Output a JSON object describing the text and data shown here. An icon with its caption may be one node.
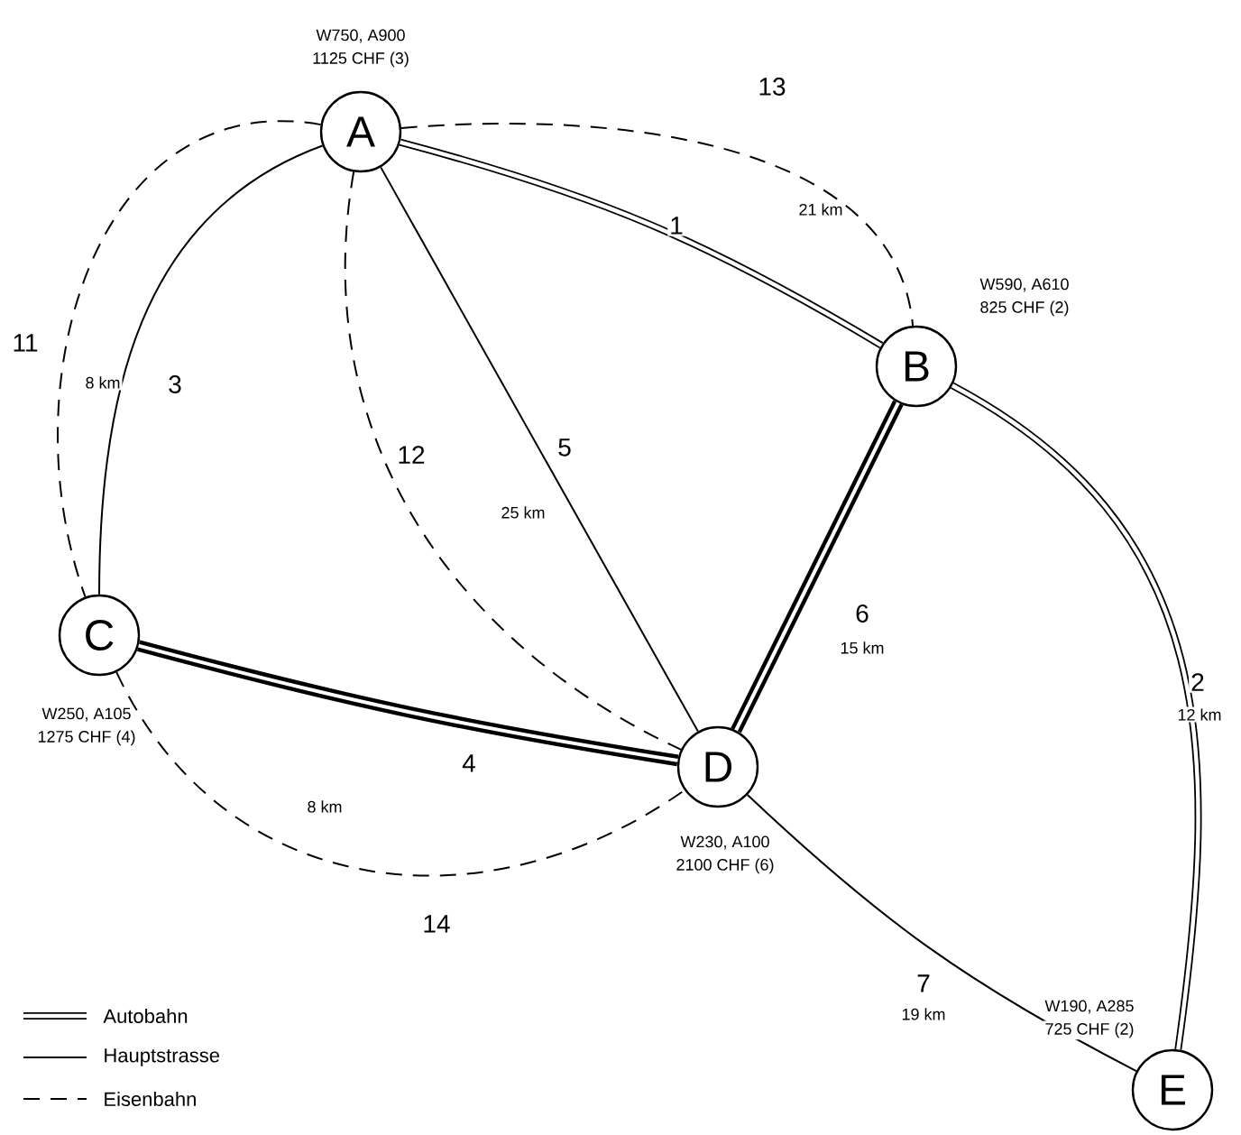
{
  "diagram": {
    "nodes": [
      {
        "text": [
          "A"
        ],
        "beside": [
          "W750, A900",
          "1125 CHF (3)"
        ]
      },
      {
        "text": [
          "B"
        ],
        "beside": [
          "W590, A610",
          "825 CHF (2)"
        ]
      },
      {
        "text": [
          "C"
        ],
        "beside": [
          "W250, A105",
          "1275 CHF (4)"
        ]
      },
      {
        "text": [
          "D"
        ],
        "beside": [
          "W230, A100",
          "2100 CHF (6)"
        ]
      },
      {
        "text": [
          "E"
        ],
        "beside": [
          "W190, A285",
          "725 CHF (2)"
        ]
      }
    ],
    "edges": [
      {
        "from": 0,
        "to": 1,
        "arrow": "none",
        "label": "1",
        "style": "thick"
      },
      {
        "from": 1,
        "to": 4,
        "arrow": "none",
        "label": "2",
        "style": "thick"
      },
      {
        "from": 0,
        "to": 2,
        "arrow": "none",
        "label": "3"
      },
      {
        "from": 2,
        "to": 3,
        "arrow": "none",
        "label": "4",
        "style": "thick"
      },
      {
        "from": 0,
        "to": 3,
        "arrow": "none",
        "label": "5"
      },
      {
        "from": 1,
        "to": 3,
        "arrow": "none",
        "label": "6",
        "style": "thick"
      },
      {
        "from": 3,
        "to": 4,
        "arrow": "none",
        "label": "7"
      },
      {
        "from": 0,
        "to": 2,
        "arrow": "none",
        "label": "11",
        "style": "dashed"
      },
      {
        "from": 0,
        "to": 3,
        "arrow": "none",
        "label": "12",
        "style": "dashed"
      },
      {
        "from": 0,
        "to": 1,
        "arrow": "none",
        "label": "13",
        "style": "dashed"
      },
      {
        "from": 2,
        "to": 3,
        "arrow": "none",
        "label": "14",
        "style": "dashed"
      }
    ],
    "labels": [
      "21 km",
      "12 km",
      "8 km",
      "8 km",
      "25 km",
      "15 km",
      "19 km"
    ],
    "legend": [
      {
        "text": "Autobahn"
      },
      {
        "text": "Hauptstrasse"
      },
      {
        "text": "Eisenbahn"
      }
    ]
  }
}
